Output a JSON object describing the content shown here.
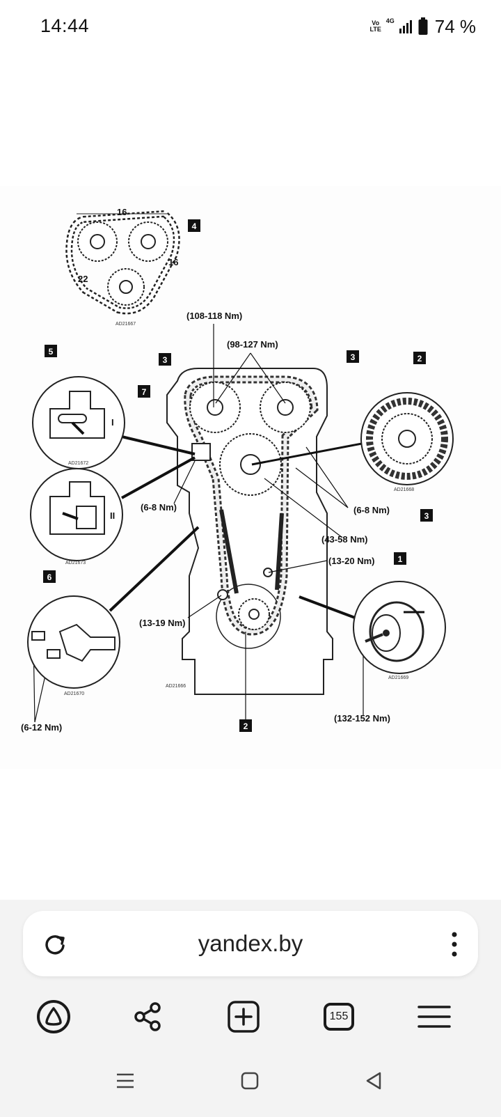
{
  "status_bar": {
    "time": "14:44",
    "volte_label": "Vo\nLTE",
    "network_label": "4G",
    "battery": "74 %"
  },
  "diagram": {
    "labels": {
      "top_16": "16",
      "right_16": "16",
      "left_22": "22",
      "ref_top": "AD21667",
      "ref_i": "AD21672",
      "ref_ii": "AD21673",
      "ref_tensioner": "AD21670",
      "ref_main": "AD21666",
      "ref_cam": "AD21668",
      "ref_pulley": "AD21669",
      "roman_i": "I",
      "roman_ii": "II",
      "torque_108_118": "(108-118 Nm)",
      "torque_98_127": "(98-127 Nm)",
      "torque_6_8_left": "(6-8 Nm)",
      "torque_6_8_right": "(6-8 Nm)",
      "torque_43_58": "(43-58 Nm)",
      "torque_13_20": "(13-20 Nm)",
      "torque_13_19": "(13-19 Nm)",
      "torque_6_12": "(6-12 Nm)",
      "torque_132_152": "(132-152 Nm)"
    },
    "callouts": {
      "c1": "1",
      "c2_top": "2",
      "c2_bottom": "2",
      "c3_left": "3",
      "c3_right": "3",
      "c3_cam": "3",
      "c4": "4",
      "c5": "5",
      "c6": "6",
      "c7": "7"
    }
  },
  "browser": {
    "url": "yandex.by",
    "tabs_count": "155"
  },
  "icons": {
    "reload": "reload-icon",
    "more": "more-vertical-icon",
    "alice": "alice-icon",
    "share": "share-icon",
    "new_tab": "new-tab-icon",
    "tabs": "tabs-icon",
    "menu": "menu-icon",
    "recent_apps": "recent-apps-icon",
    "home": "home-icon",
    "back": "back-icon"
  }
}
